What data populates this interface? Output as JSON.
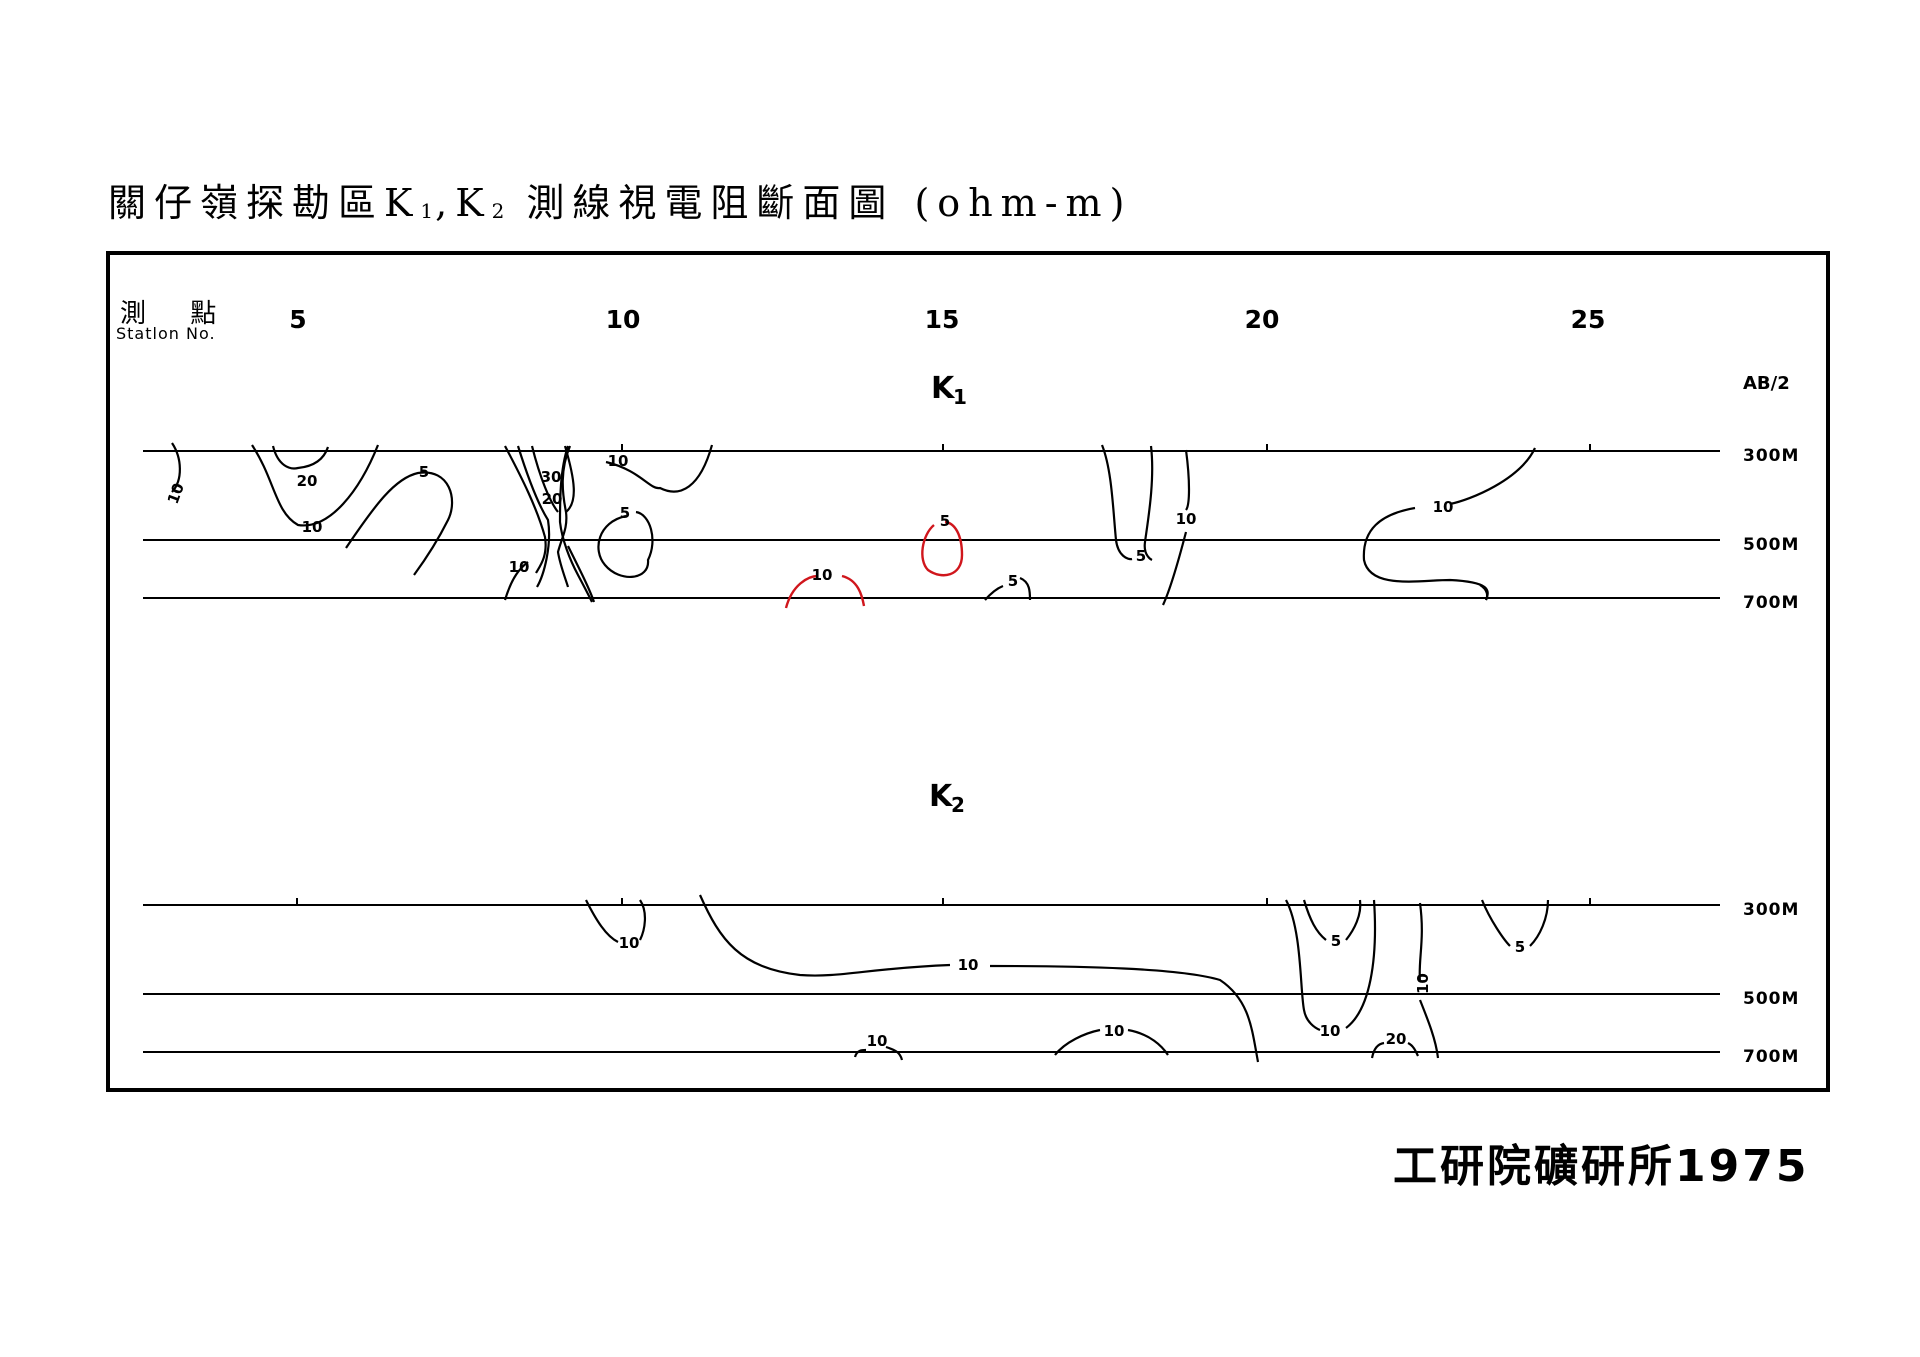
{
  "title": {
    "main": "關仔嶺探勘區K",
    "sub1": "1",
    "comma": ",K",
    "sub2": "2",
    "rest": " 測線視電阻斷面圖 (ohm-m)"
  },
  "header": {
    "station_cn": "測 點",
    "station_en": "Statlon No.",
    "ab2": "AB/2"
  },
  "stations": [
    "5",
    "10",
    "15",
    "20",
    "25"
  ],
  "depths": [
    "300M",
    "500M",
    "700M"
  ],
  "profiles": [
    {
      "name": "K",
      "sub": "1",
      "labels": [
        "10",
        "20",
        "10",
        "5",
        "30",
        "20",
        "10",
        "10",
        "5",
        "5",
        "10",
        "5",
        "10",
        "10"
      ]
    },
    {
      "name": "K",
      "sub": "2",
      "labels": [
        "10",
        "10",
        "5",
        "10",
        "10",
        "5",
        "20",
        "10"
      ]
    }
  ],
  "colors": {
    "highlight_contour": "#d0161c",
    "line": "#000000"
  },
  "credit": "工研院礦研所1975"
}
